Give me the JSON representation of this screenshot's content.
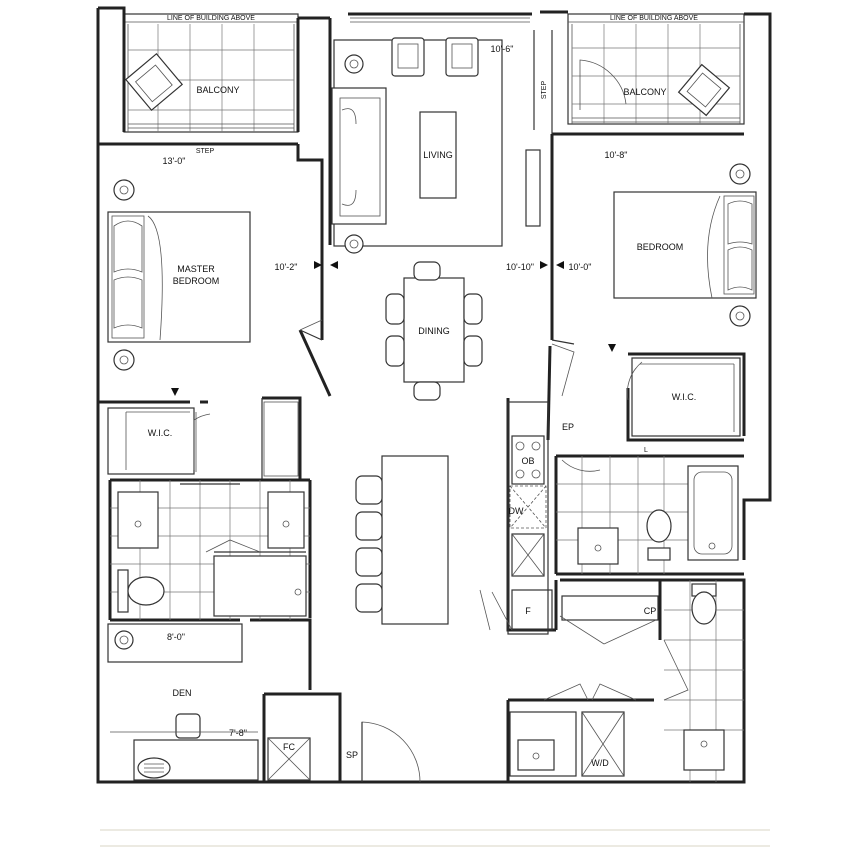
{
  "labels": {
    "line_above_left": "LINE OF BUILDING ABOVE",
    "line_above_right": "LINE OF BUILDING ABOVE",
    "balcony_left": "BALCONY",
    "balcony_right": "BALCONY",
    "step_left": "STEP",
    "step_right": "STEP",
    "living": "LIVING",
    "master_bedroom_1": "MASTER",
    "master_bedroom_2": "BEDROOM",
    "bedroom": "BEDROOM",
    "dining": "DINING",
    "wic_left": "W.I.C.",
    "wic_right": "W.I.C.",
    "ep": "EP",
    "l": "L",
    "ob": "OB",
    "dw": "DW",
    "f": "F",
    "cp": "CP",
    "den": "DEN",
    "fc": "FC",
    "sp": "SP",
    "wd": "W/D"
  },
  "dimensions": {
    "living": "10'-6\"",
    "master_width": "13'-0\"",
    "master_depth": "10'-2\"",
    "bedroom_width": "10'-8\"",
    "bedroom_depth": "10'-0\"",
    "dining": "10'-10\"",
    "den_width": "8'-0\"",
    "den_depth": "7'-8\""
  }
}
